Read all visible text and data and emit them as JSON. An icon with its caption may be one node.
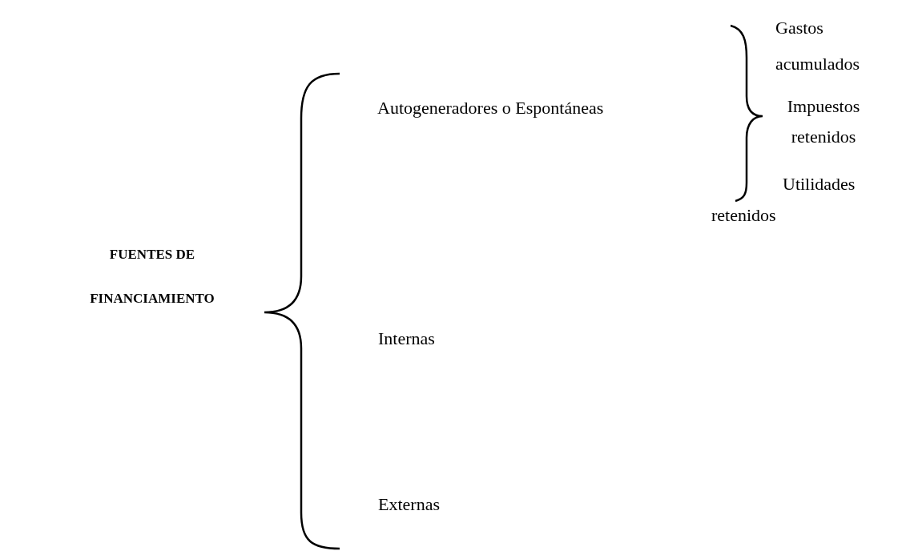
{
  "diagram": {
    "labels": [
      "FUENTES DE FINANCIAMIENTO",
      "Autogeneradores o Espontáneas",
      "Gastos acumulados",
      "Impuestos retenidos",
      "Utilidades retenidos",
      "Internas",
      "Externas"
    ]
  }
}
